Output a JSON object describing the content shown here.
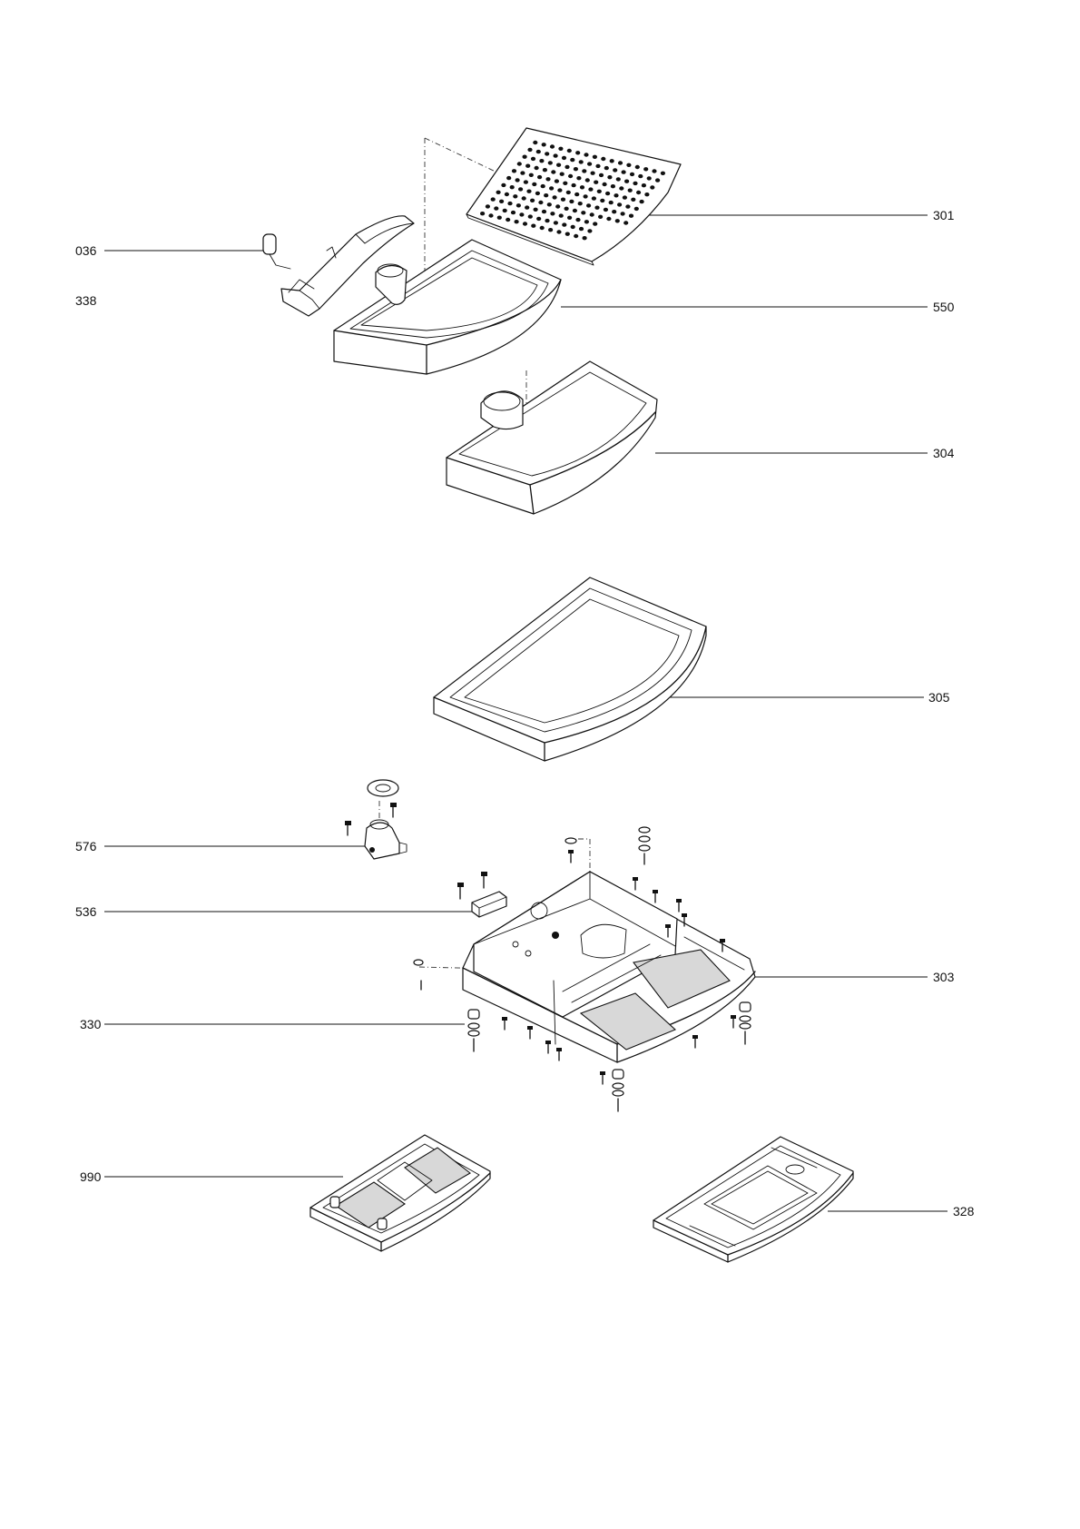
{
  "parts": [
    {
      "id": "301",
      "label": "301"
    },
    {
      "id": "036",
      "label": "036"
    },
    {
      "id": "338",
      "label": "338"
    },
    {
      "id": "550",
      "label": "550"
    },
    {
      "id": "304",
      "label": "304"
    },
    {
      "id": "305",
      "label": "305"
    },
    {
      "id": "576",
      "label": "576"
    },
    {
      "id": "536",
      "label": "536"
    },
    {
      "id": "303",
      "label": "303"
    },
    {
      "id": "330",
      "label": "330"
    },
    {
      "id": "990",
      "label": "990"
    },
    {
      "id": "328",
      "label": "328"
    }
  ]
}
